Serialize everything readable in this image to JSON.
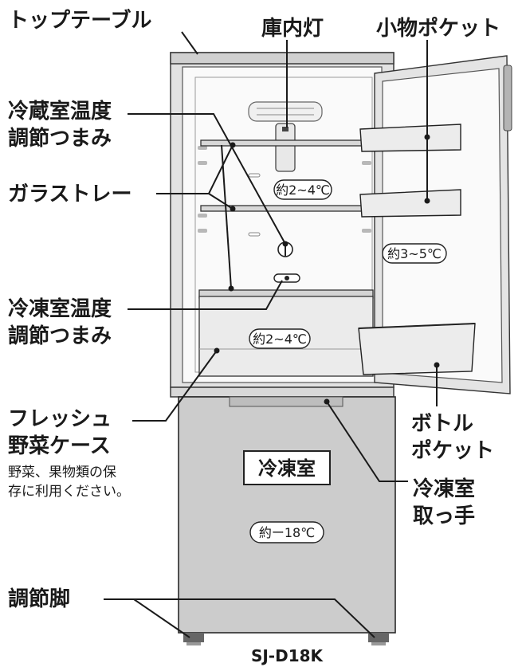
{
  "labels": {
    "top_table": "トップテーブル",
    "interior_light": "庫内灯",
    "small_pocket": "小物ポケット",
    "fridge_dial_line1": "冷蔵室温度",
    "fridge_dial_line2": "調節つまみ",
    "glass_tray": "ガラストレー",
    "freezer_dial_line1": "冷凍室温度",
    "freezer_dial_line2": "調節つまみ",
    "crisper_line1": "フレッシュ",
    "crisper_line2": "野菜ケース",
    "crisper_note_line1": "野菜、果物類の保",
    "crisper_note_line2": "存に利用ください。",
    "bottle_pocket_line1": "ボトル",
    "bottle_pocket_line2": "ポケット",
    "freezer_handle_line1": "冷凍室",
    "freezer_handle_line2": "取っ手",
    "adjust_foot": "調節脚"
  },
  "temperatures": {
    "fridge_upper": "約2~4℃",
    "door": "約3~5℃",
    "crisper": "約2~4℃",
    "freezer": "約ー18℃"
  },
  "freezer_door_title": "冷凍室",
  "model": "SJ-D18K",
  "colors": {
    "ink": "#1a1a1a",
    "freezer_door": "#cccccc",
    "cabinet_edge": "#dcdcdc",
    "interior": "#fafafa"
  }
}
